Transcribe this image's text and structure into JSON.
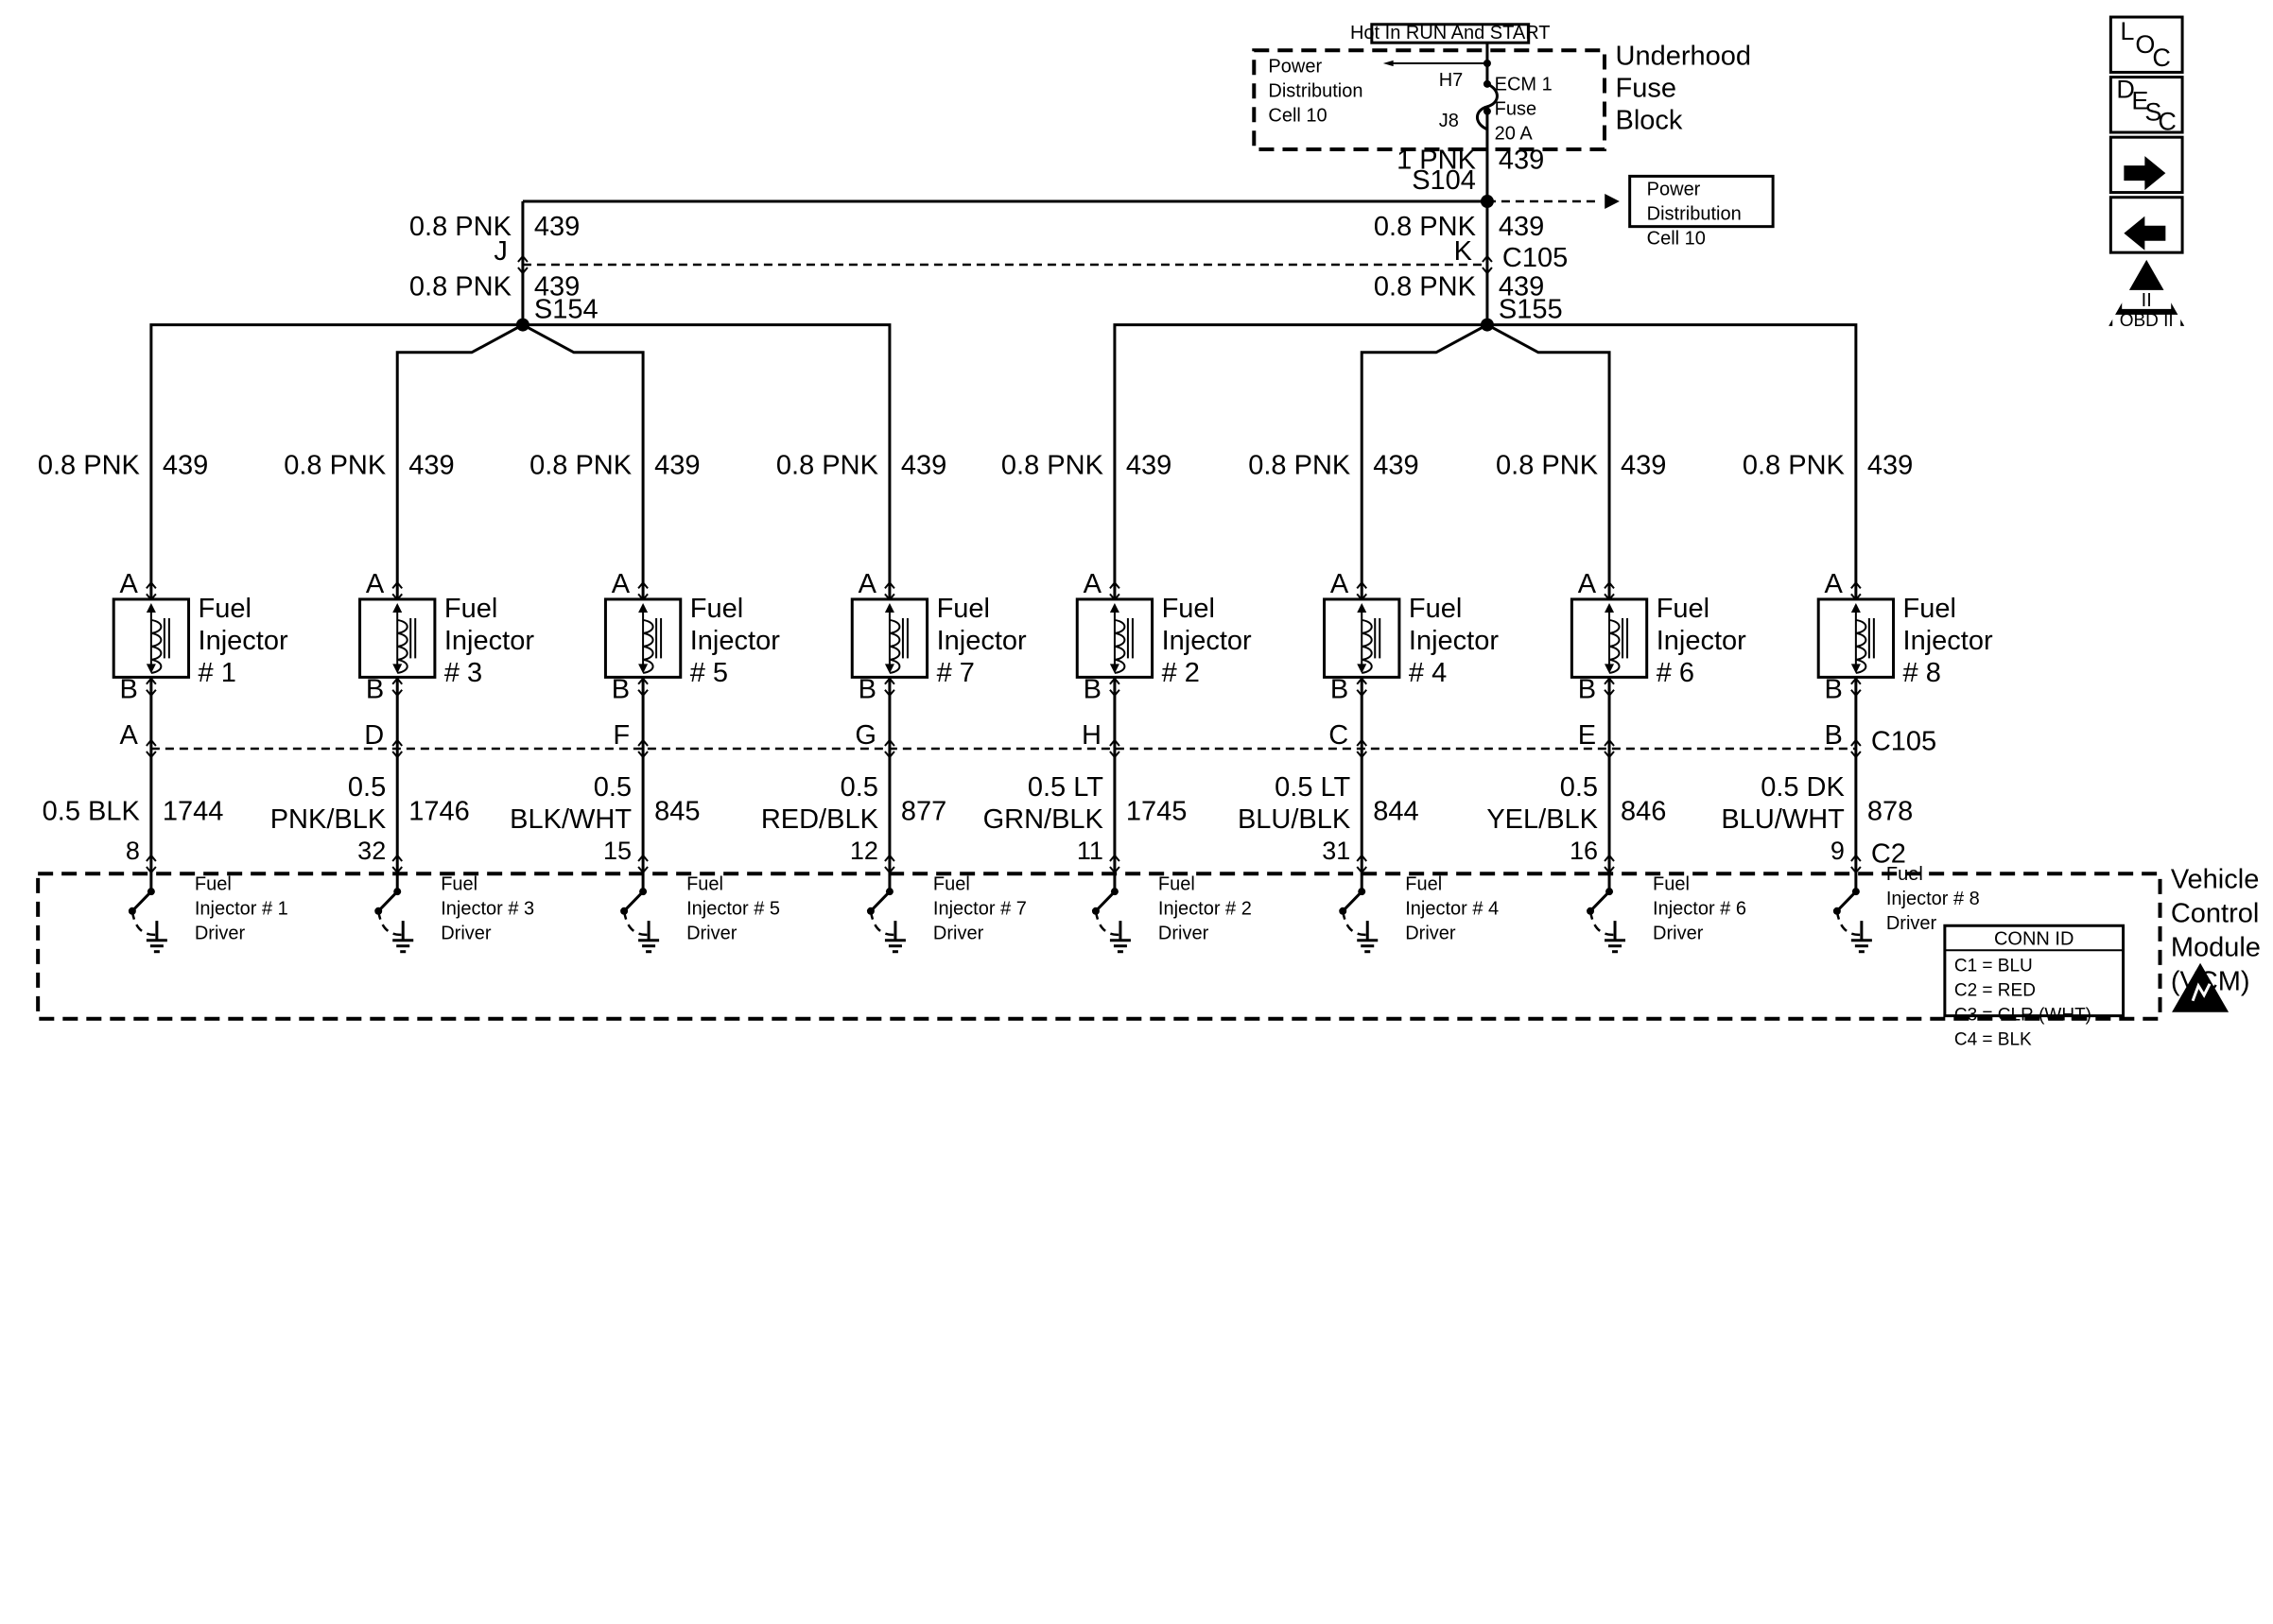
{
  "power_source": {
    "label": "Hot In RUN And START"
  },
  "fuse_block": {
    "name_lines": [
      "Underhood",
      "Fuse",
      "Block"
    ],
    "ref_lines": [
      "Power",
      "Distribution",
      "Cell 10"
    ],
    "fuse_lines": [
      "ECM 1",
      "Fuse",
      "20 A"
    ],
    "pin_top": "H7",
    "pin_bottom": "J8"
  },
  "feed_wire": {
    "gauge_color": "1 PNK",
    "circuit": "439"
  },
  "splice_main": {
    "name": "S104",
    "ref_lines": [
      "Power",
      "Distribution",
      "Cell 10"
    ]
  },
  "branches": [
    {
      "upper_wire": "0.8 PNK",
      "upper_circuit": "439",
      "pin": "J",
      "lower_wire": "0.8 PNK",
      "lower_circuit": "439",
      "splice": "S154"
    },
    {
      "upper_wire": "0.8 PNK",
      "upper_circuit": "439",
      "pin": "K",
      "lower_wire": "0.8 PNK",
      "lower_circuit": "439",
      "splice": "S155"
    }
  ],
  "c105_label": "C105",
  "injectors": [
    {
      "supply_wire": "0.8 PNK",
      "supply_circuit": "439",
      "pin_a": "A",
      "pin_b": "B",
      "name_lines": [
        "Fuel",
        "Injector",
        "# 1"
      ],
      "c105_pin": "A",
      "ctrl_wire_lines": [
        "0.5 BLK"
      ],
      "ctrl_circuit": "1744",
      "vcm_pin": "8",
      "driver_lines": [
        "Fuel",
        "Injector # 1",
        "Driver"
      ]
    },
    {
      "supply_wire": "0.8 PNK",
      "supply_circuit": "439",
      "pin_a": "A",
      "pin_b": "B",
      "name_lines": [
        "Fuel",
        "Injector",
        "# 3"
      ],
      "c105_pin": "D",
      "ctrl_wire_lines": [
        "0.5",
        "PNK/BLK"
      ],
      "ctrl_circuit": "1746",
      "vcm_pin": "32",
      "driver_lines": [
        "Fuel",
        "Injector # 3",
        "Driver"
      ]
    },
    {
      "supply_wire": "0.8 PNK",
      "supply_circuit": "439",
      "pin_a": "A",
      "pin_b": "B",
      "name_lines": [
        "Fuel",
        "Injector",
        "# 5"
      ],
      "c105_pin": "F",
      "ctrl_wire_lines": [
        "0.5",
        "BLK/WHT"
      ],
      "ctrl_circuit": "845",
      "vcm_pin": "15",
      "driver_lines": [
        "Fuel",
        "Injector # 5",
        "Driver"
      ]
    },
    {
      "supply_wire": "0.8 PNK",
      "supply_circuit": "439",
      "pin_a": "A",
      "pin_b": "B",
      "name_lines": [
        "Fuel",
        "Injector",
        "# 7"
      ],
      "c105_pin": "G",
      "ctrl_wire_lines": [
        "0.5",
        "RED/BLK"
      ],
      "ctrl_circuit": "877",
      "vcm_pin": "12",
      "driver_lines": [
        "Fuel",
        "Injector # 7",
        "Driver"
      ]
    },
    {
      "supply_wire": "0.8 PNK",
      "supply_circuit": "439",
      "pin_a": "A",
      "pin_b": "B",
      "name_lines": [
        "Fuel",
        "Injector",
        "# 2"
      ],
      "c105_pin": "H",
      "ctrl_wire_lines": [
        "0.5 LT",
        "GRN/BLK"
      ],
      "ctrl_circuit": "1745",
      "vcm_pin": "11",
      "driver_lines": [
        "Fuel",
        "Injector # 2",
        "Driver"
      ]
    },
    {
      "supply_wire": "0.8 PNK",
      "supply_circuit": "439",
      "pin_a": "A",
      "pin_b": "B",
      "name_lines": [
        "Fuel",
        "Injector",
        "# 4"
      ],
      "c105_pin": "C",
      "ctrl_wire_lines": [
        "0.5 LT",
        "BLU/BLK"
      ],
      "ctrl_circuit": "844",
      "vcm_pin": "31",
      "driver_lines": [
        "Fuel",
        "Injector # 4",
        "Driver"
      ]
    },
    {
      "supply_wire": "0.8 PNK",
      "supply_circuit": "439",
      "pin_a": "A",
      "pin_b": "B",
      "name_lines": [
        "Fuel",
        "Injector",
        "# 6"
      ],
      "c105_pin": "E",
      "ctrl_wire_lines": [
        "0.5",
        "YEL/BLK"
      ],
      "ctrl_circuit": "846",
      "vcm_pin": "16",
      "driver_lines": [
        "Fuel",
        "Injector # 6",
        "Driver"
      ]
    },
    {
      "supply_wire": "0.8 PNK",
      "supply_circuit": "439",
      "pin_a": "A",
      "pin_b": "B",
      "name_lines": [
        "Fuel",
        "Injector",
        "# 8"
      ],
      "c105_pin": "B",
      "ctrl_wire_lines": [
        "0.5 DK",
        "BLU/WHT"
      ],
      "ctrl_circuit": "878",
      "vcm_pin": "9",
      "driver_lines": [
        "Fuel",
        "Injector # 8",
        "Driver"
      ]
    }
  ],
  "vcm": {
    "name_lines": [
      "Vehicle",
      "Control",
      "Module",
      "(VCM)"
    ],
    "connector": "C2",
    "conn_id": {
      "title": "CONN ID",
      "rows": [
        "C1 = BLU",
        "C2 = RED",
        "C3 = CLR (WHT)",
        "C4 = BLK"
      ]
    }
  },
  "side_buttons": {
    "loc": [
      "L",
      "O",
      "C"
    ],
    "desc": [
      "D",
      "E",
      "S",
      "C"
    ],
    "next": "next-arrow-icon",
    "prev": "prev-arrow-icon",
    "obd": {
      "roman": "II",
      "label": "OBD II"
    }
  }
}
